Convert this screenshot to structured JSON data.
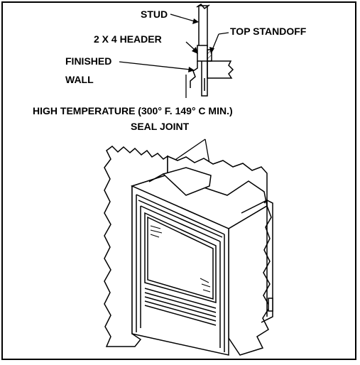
{
  "labels": {
    "stud": "STUD",
    "header": "2 X 4 HEADER",
    "top_standoff": "TOP STANDOFF",
    "finished_line1": "FINISHED",
    "finished_line2": "WALL",
    "seal_line1": "HIGH TEMPERATURE (300°  F. 149°  C MIN.)",
    "seal_line2": "SEAL JOINT"
  }
}
